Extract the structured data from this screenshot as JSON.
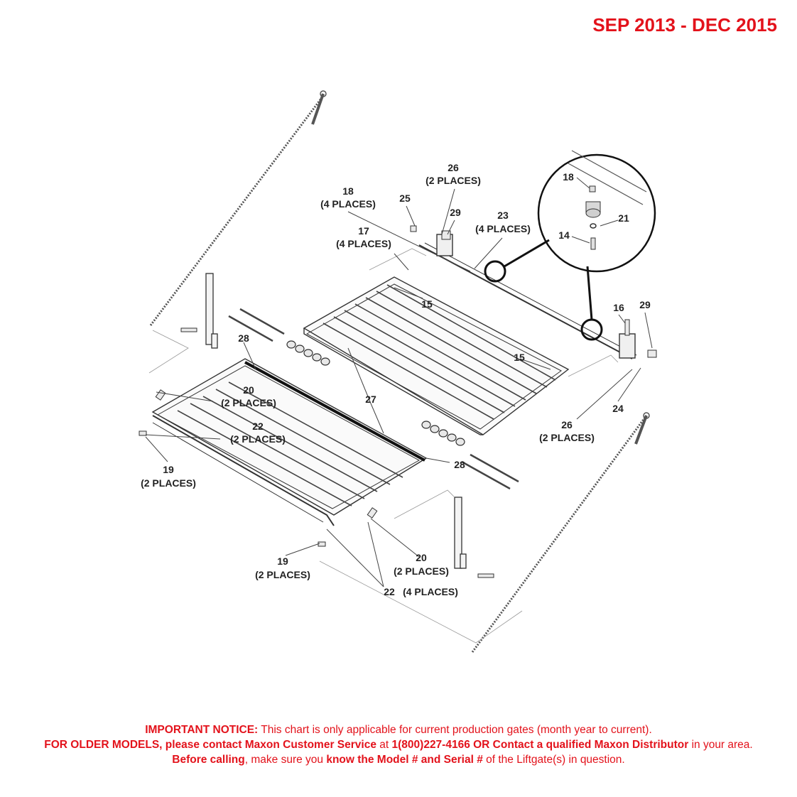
{
  "header": {
    "date_range": "SEP 2013 - DEC 2015"
  },
  "callouts": [
    {
      "id": "c26-top",
      "num": "26",
      "qty": "(2 PLACES)"
    },
    {
      "id": "c18-left",
      "num": "18",
      "qty": "(4 PLACES)"
    },
    {
      "id": "c25",
      "num": "25",
      "qty": ""
    },
    {
      "id": "c29-top",
      "num": "29",
      "qty": ""
    },
    {
      "id": "c23",
      "num": "23",
      "qty": "(4 PLACES)"
    },
    {
      "id": "c17",
      "num": "17",
      "qty": "(4 PLACES)"
    },
    {
      "id": "c15-top",
      "num": "15",
      "qty": ""
    },
    {
      "id": "c15-bottom",
      "num": "15",
      "qty": ""
    },
    {
      "id": "c16",
      "num": "16",
      "qty": ""
    },
    {
      "id": "c29-right",
      "num": "29",
      "qty": ""
    },
    {
      "id": "c24",
      "num": "24",
      "qty": ""
    },
    {
      "id": "c26-bottom",
      "num": "26",
      "qty": "(2 PLACES)"
    },
    {
      "id": "c28-top",
      "num": "28",
      "qty": ""
    },
    {
      "id": "c28-bottom",
      "num": "28",
      "qty": ""
    },
    {
      "id": "c27",
      "num": "27",
      "qty": ""
    },
    {
      "id": "c20-left",
      "num": "20",
      "qty": "(2 PLACES)"
    },
    {
      "id": "c22-left",
      "num": "22",
      "qty": "(2 PLACES)"
    },
    {
      "id": "c19-left",
      "num": "19",
      "qty": "(2 PLACES)"
    },
    {
      "id": "c19-bottom",
      "num": "19",
      "qty": "(2 PLACES)"
    },
    {
      "id": "c20-bottom",
      "num": "20",
      "qty": "(2 PLACES)"
    },
    {
      "id": "c22-bottom",
      "num": "22",
      "qty": "(4 PLACES)"
    },
    {
      "id": "c18-detail",
      "num": "18",
      "qty": ""
    },
    {
      "id": "c21",
      "num": "21",
      "qty": ""
    },
    {
      "id": "c14",
      "num": "14",
      "qty": ""
    }
  ],
  "notice": {
    "lead_bold": "IMPORTANT NOTICE:",
    "lead_text": " This chart is only applicable for current production gates (month year to current).",
    "older_bold": "FOR OLDER MODELS, please contact Maxon Customer Service",
    "at_text": " at ",
    "phone_bold": "1(800)227-4166 OR Contact a qualified Maxon Distributor",
    "area_text": " in your area. ",
    "before_bold": "Before calling",
    "make_sure_text": ", make sure you ",
    "know_bold": "know the Model # and Serial #",
    "end_text": " of the Liftgate(s) in question."
  },
  "colors": {
    "accent_red": "#e3121b",
    "line": "#333333",
    "leader": "#444444"
  }
}
